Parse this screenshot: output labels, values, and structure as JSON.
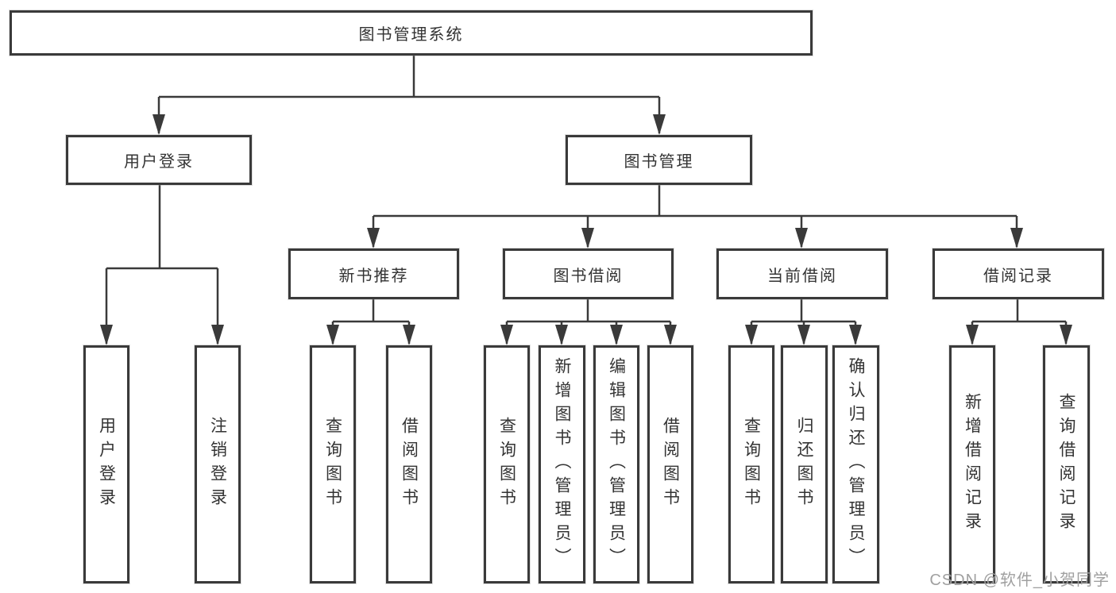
{
  "diagram": {
    "type": "tree",
    "root": {
      "label": "图书管理系统",
      "children": [
        {
          "label": "用户登录",
          "children": [
            {
              "label": "用户登录"
            },
            {
              "label": "注销登录"
            }
          ]
        },
        {
          "label": "图书管理",
          "children": [
            {
              "label": "新书推荐",
              "children": [
                {
                  "label": "查询图书"
                },
                {
                  "label": "借阅图书"
                }
              ]
            },
            {
              "label": "图书借阅",
              "children": [
                {
                  "label": "查询图书"
                },
                {
                  "label": "新增图书（管理员）"
                },
                {
                  "label": "编辑图书（管理员）"
                },
                {
                  "label": "借阅图书"
                }
              ]
            },
            {
              "label": "当前借阅",
              "children": [
                {
                  "label": "查询图书"
                },
                {
                  "label": "归还图书"
                },
                {
                  "label": "确认归还（管理员）"
                }
              ]
            },
            {
              "label": "借阅记录",
              "children": [
                {
                  "label": "新增借阅记录"
                },
                {
                  "label": "查询借阅记录"
                }
              ]
            }
          ]
        }
      ]
    }
  },
  "watermark": {
    "text": "CSDN @软件_小贺同学"
  },
  "colors": {
    "connector": "#3a3a3a",
    "box_border": "#3a3a3a",
    "box_fill": "#ffffff",
    "label_text": "#333333",
    "watermark_text": "#a0a0a0",
    "background": "#ffffff"
  }
}
